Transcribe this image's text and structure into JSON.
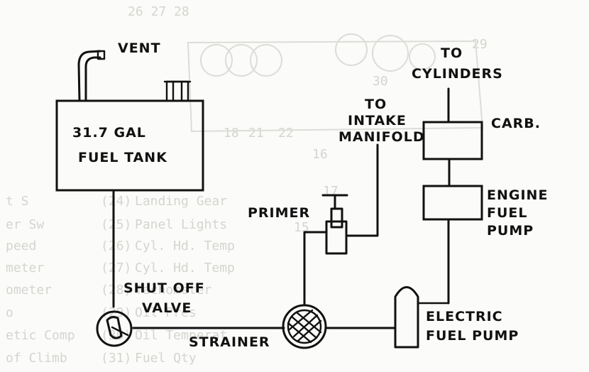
{
  "diagram": {
    "labels": {
      "vent": "VENT",
      "fuel_tank_line1": "31.7 GAL",
      "fuel_tank_line2": "FUEL TANK",
      "to_cylinders_line1": "TO",
      "to_cylinders_line2": "CYLINDERS",
      "to_intake_line1": "TO",
      "to_intake_line2": "INTAKE",
      "to_intake_line3": "MANIFOLD",
      "carb": "CARB.",
      "engine_pump_line1": "ENGINE",
      "engine_pump_line2": "FUEL",
      "engine_pump_line3": "PUMP",
      "primer": "PRIMER",
      "shutoff_line1": "SHUT OFF",
      "shutoff_line2": "VALVE",
      "strainer": "STRAINER",
      "electric_pump_line1": "ELECTRIC",
      "electric_pump_line2": "FUEL PUMP"
    },
    "background_bleed": {
      "numbers": [
        "26 27 28",
        "29",
        "30",
        "17",
        "15",
        "16",
        "18",
        "21",
        "22"
      ],
      "paren_numbers": [
        "(24)",
        "(25)",
        "(26)",
        "(27)",
        "(28)",
        "(29)",
        "(30)",
        "(31)"
      ],
      "items": [
        "Landing Gear",
        "Panel Lights",
        "Cyl. Hd. Temp",
        "Cyl. Hd. Temp",
        "Tachometer",
        "Oil Pres",
        "Oil Temperat",
        "Fuel Qty"
      ],
      "left_fragments": [
        "t S",
        "er Sw",
        "peed",
        "meter",
        "ometer",
        "o",
        "etic Comp",
        "of Climb"
      ]
    }
  }
}
